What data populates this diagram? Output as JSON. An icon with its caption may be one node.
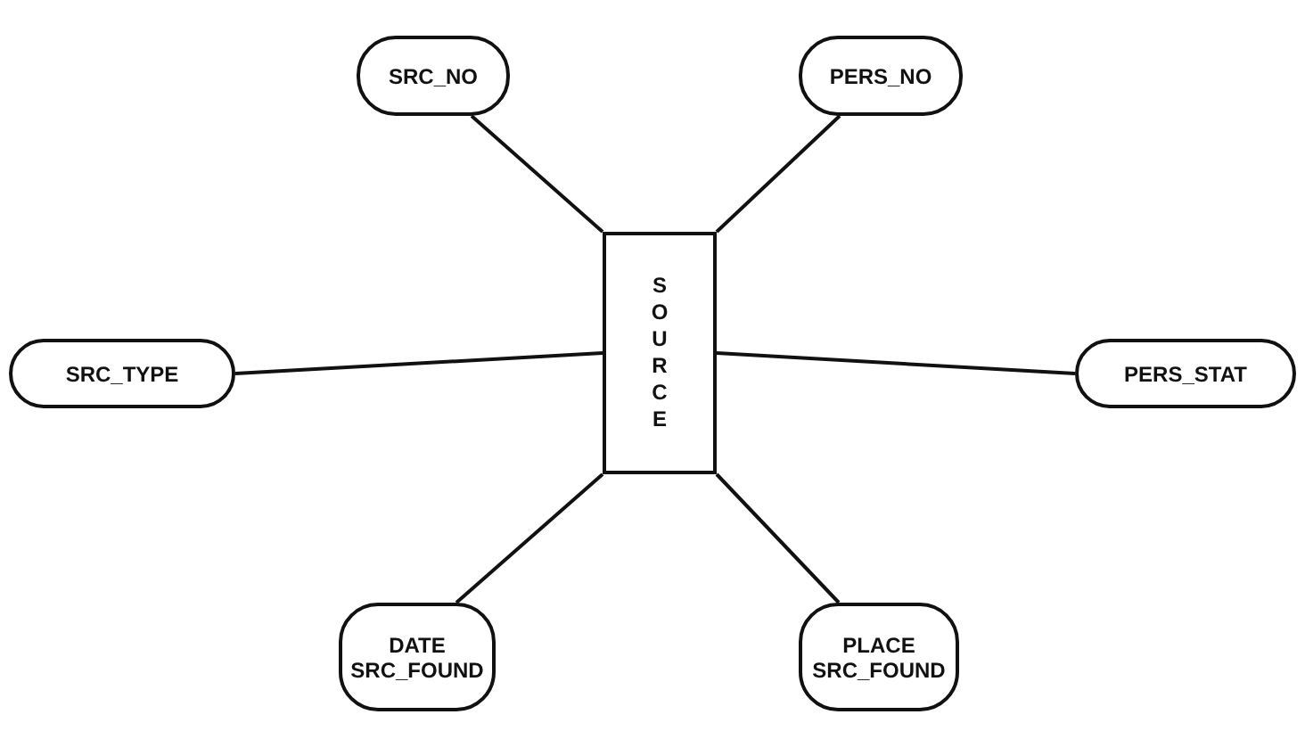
{
  "diagram": {
    "nodes": [
      {
        "text": [
          "SRC_NO"
        ]
      },
      {
        "text": [
          "PERS_NO"
        ]
      },
      {
        "text": [
          "SRC_TYPE"
        ]
      },
      {
        "text": [
          "SOURCE"
        ]
      },
      {
        "text": [
          "PERS_STAT"
        ]
      },
      {
        "text": [
          "DATE SRC_FOUND"
        ]
      },
      {
        "text": [
          "PLACE SRC_FOUND"
        ]
      }
    ],
    "edges": [
      {
        "from": 3,
        "to": 0,
        "arrow": "none"
      },
      {
        "from": 3,
        "to": 1,
        "arrow": "none"
      },
      {
        "from": 3,
        "to": 2,
        "arrow": "none"
      },
      {
        "from": 3,
        "to": 4,
        "arrow": "none"
      },
      {
        "from": 3,
        "to": 5,
        "arrow": "none"
      },
      {
        "from": 3,
        "to": 6,
        "arrow": "none"
      }
    ]
  }
}
